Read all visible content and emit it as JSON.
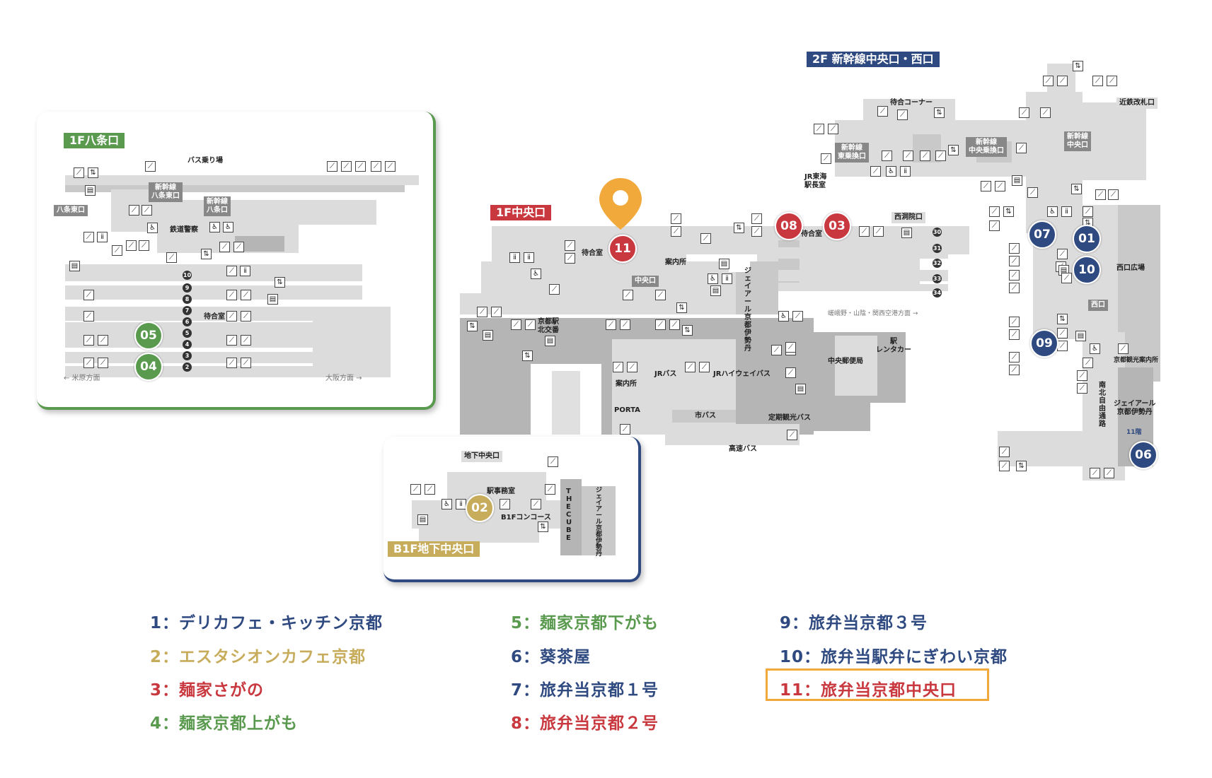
{
  "floors": {
    "f1_hachijo": "1F八条口",
    "f1_chuo": "1F中央口",
    "f2_shinkansen": "2F 新幹線中央口・西口",
    "b1_chuo": "B1F地下中央口"
  },
  "hachijo_labels": {
    "bus": "バス乗り場",
    "shinkansen_east": "新幹線\n八条東口",
    "shinkansen_hachijo": "新幹線\n八条口",
    "hachijo_east": "八条東口",
    "police": "鉄道警察",
    "waiting": "待合室",
    "maibara": "← 米原方面",
    "osaka": "大阪方面 →"
  },
  "track_numbers": [
    "10",
    "9",
    "8",
    "7",
    "6",
    "5",
    "4",
    "3",
    "2"
  ],
  "central_labels": {
    "waiting": "待合室",
    "info": "案内所",
    "chuo": "中央口",
    "koban": "京都駅\n北交番",
    "jr_isetan": "ジェイアール京都伊勢丹",
    "info2": "案内所",
    "porta": "PORTA",
    "jr_bus": "JRバス",
    "jr_highway": "JRハイウェイバス",
    "city_bus": "市バス",
    "teiki": "定期観光バス",
    "kosoku": "高速バス",
    "post": "中央郵便局",
    "rental": "駅\nレンタカー",
    "nishinotoin": "西洞院口",
    "waiting2": "待合室",
    "sagano": "嵯峨野・山陰・関西空港方面 →",
    "jr_tokai": "JR東海\n駅長室"
  },
  "central_tracks": [
    "30",
    "31",
    "32",
    "33",
    "34"
  ],
  "f2_labels": {
    "waiting_corner": "待合コーナー",
    "shinkansen_east_transfer": "新幹線\n東乗換口",
    "shinkansen_central_transfer": "新幹線\n中央乗換口",
    "shinkansen_central": "新幹線\n中央口",
    "kintetsu": "近鉄改札口",
    "nishi_hiroba": "西口広場",
    "nishiguchi": "西口",
    "tourist_info": "京都観光案内所",
    "jiyu_tsuro": "南北自由通路",
    "jr_isetan": "ジェイアール\n京都伊勢丹",
    "floor11": "11階"
  },
  "b1_labels": {
    "chika_chuo": "地下中央口",
    "office": "駅事務室",
    "concourse": "B1Fコンコース",
    "cube": "THE CUBE",
    "isetan": "ジェイアール京都伊勢丹"
  },
  "markers": {
    "m01": "01",
    "m02": "02",
    "m03": "03",
    "m04": "04",
    "m05": "05",
    "m06": "06",
    "m07": "07",
    "m08": "08",
    "m09": "09",
    "m10": "10",
    "m11": "11"
  },
  "legend": [
    {
      "text": "1：デリカフェ・キッチン京都",
      "color": "blue"
    },
    {
      "text": "2：エスタシオンカフェ京都",
      "color": "gold"
    },
    {
      "text": "3：麺家さがの",
      "color": "red"
    },
    {
      "text": "4：麺家京都上がも",
      "color": "green"
    },
    {
      "text": "5：麺家京都下がも",
      "color": "green"
    },
    {
      "text": "6：葵茶屋",
      "color": "blue"
    },
    {
      "text": "7：旅弁当京都１号",
      "color": "blue"
    },
    {
      "text": "8：旅弁当京都２号",
      "color": "red"
    },
    {
      "text": "9：旅弁当京都３号",
      "color": "blue"
    },
    {
      "text": "10：旅弁当駅弁にぎわい京都",
      "color": "blue"
    },
    {
      "text": "11：旅弁当京都中央口",
      "color": "red"
    }
  ],
  "colors": {
    "red": "#c8383e",
    "blue": "#2f4a80",
    "green": "#5a9a4f",
    "gold": "#c7ac5b",
    "pin": "#f2a93b",
    "highlight_border": "#f2a93b"
  },
  "icons": [
    "escalator-icon",
    "elevator-icon",
    "restroom-icon",
    "wheelchair-icon",
    "coin-locker-icon",
    "atm-icon"
  ]
}
